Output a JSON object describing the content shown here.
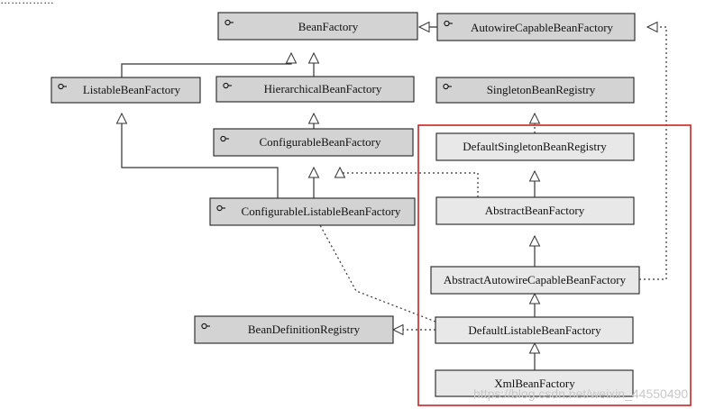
{
  "header_fragment": "……………",
  "colors": {
    "interface_fill": "#d3d3d3",
    "class_fill": "#e8e8e8",
    "border": "#333333",
    "highlight": "#cc2222"
  },
  "nodes": {
    "bean_factory": {
      "label": "BeanFactory",
      "kind": "interface"
    },
    "autowire_capable_bean_factory": {
      "label": "AutowireCapableBeanFactory",
      "kind": "interface"
    },
    "listable_bean_factory": {
      "label": "ListableBeanFactory",
      "kind": "interface"
    },
    "hierarchical_bean_factory": {
      "label": "HierarchicalBeanFactory",
      "kind": "interface"
    },
    "singleton_bean_registry": {
      "label": "SingletonBeanRegistry",
      "kind": "interface"
    },
    "configurable_bean_factory": {
      "label": "ConfigurableBeanFactory",
      "kind": "interface"
    },
    "configurable_listable_bean_factory": {
      "label": "ConfigurableListableBeanFactory",
      "kind": "interface"
    },
    "bean_definition_registry": {
      "label": "BeanDefinitionRegistry",
      "kind": "interface"
    },
    "default_singleton_bean_registry": {
      "label": "DefaultSingletonBeanRegistry",
      "kind": "class"
    },
    "abstract_bean_factory": {
      "label": "AbstractBeanFactory",
      "kind": "class"
    },
    "abstract_autowire_capable_bean_factory": {
      "label": "AbstractAutowireCapableBeanFactory",
      "kind": "class"
    },
    "default_listable_bean_factory": {
      "label": "DefaultListableBeanFactory",
      "kind": "class"
    },
    "xml_bean_factory": {
      "label": "XmlBeanFactory",
      "kind": "class"
    }
  },
  "edges": [
    {
      "from": "autowire_capable_bean_factory",
      "to": "bean_factory",
      "style": "solid"
    },
    {
      "from": "listable_bean_factory",
      "to": "bean_factory",
      "style": "solid"
    },
    {
      "from": "hierarchical_bean_factory",
      "to": "bean_factory",
      "style": "solid"
    },
    {
      "from": "configurable_bean_factory",
      "to": "hierarchical_bean_factory",
      "style": "solid"
    },
    {
      "from": "configurable_listable_bean_factory",
      "to": "configurable_bean_factory",
      "style": "solid"
    },
    {
      "from": "configurable_listable_bean_factory",
      "to": "listable_bean_factory",
      "style": "solid"
    },
    {
      "from": "default_singleton_bean_registry",
      "to": "singleton_bean_registry",
      "style": "dotted"
    },
    {
      "from": "abstract_bean_factory",
      "to": "default_singleton_bean_registry",
      "style": "solid"
    },
    {
      "from": "abstract_bean_factory",
      "to": "configurable_bean_factory",
      "style": "dotted"
    },
    {
      "from": "abstract_autowire_capable_bean_factory",
      "to": "abstract_bean_factory",
      "style": "solid"
    },
    {
      "from": "abstract_autowire_capable_bean_factory",
      "to": "autowire_capable_bean_factory",
      "style": "dotted"
    },
    {
      "from": "default_listable_bean_factory",
      "to": "abstract_autowire_capable_bean_factory",
      "style": "solid"
    },
    {
      "from": "default_listable_bean_factory",
      "to": "configurable_listable_bean_factory",
      "style": "dotted"
    },
    {
      "from": "default_listable_bean_factory",
      "to": "bean_definition_registry",
      "style": "dotted"
    },
    {
      "from": "xml_bean_factory",
      "to": "default_listable_bean_factory",
      "style": "solid"
    }
  ],
  "watermark": "https://blog.csdn.net/weixin_44550490"
}
